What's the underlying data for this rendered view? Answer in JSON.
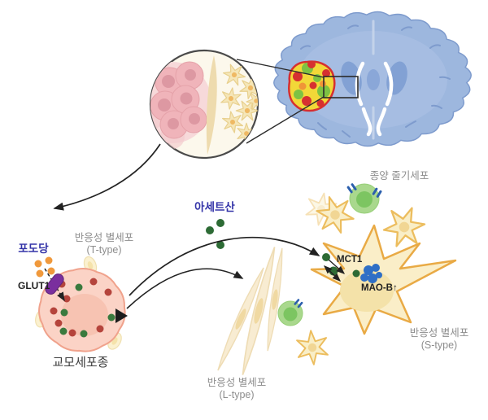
{
  "figure": {
    "labels": {
      "glucose": "포도당",
      "glut1": "GLUT1",
      "reactive_t_line1": "반응성 별세포",
      "reactive_t_line2": "(T-type)",
      "glioblastoma": "교모세포종",
      "acetate": "아세트산",
      "tumor_stem_cell": "종양 줄기세포",
      "mct1": "MCT1",
      "mao_b": "MAO-B↑",
      "reactive_s_line1": "반응성 별세포",
      "reactive_s_line2": "(S-type)",
      "reactive_l_line1": "반응성 별세포",
      "reactive_l_line2": "(L-type)"
    },
    "colors": {
      "brain_fill": "#9db7de",
      "brain_detail": "#7e9bcd",
      "tumor_ring_red": "#d63030",
      "tumor_yellow": "#f2d838",
      "tumor_green": "#7dc243",
      "glioma_cell_fill": "#fbd3c6",
      "glioma_cell_outline": "#f0a28c",
      "astrocyte_fill": "#faeec8",
      "astrocyte_outline": "#e9aa45",
      "stem_cell_green": "#a9d88d",
      "acetate_dot_green": "#2d6b35",
      "glucose_dot_orange": "#f0993c",
      "glut1_purple": "#7a2f9e",
      "maob_blue": "#2f6fc6",
      "label_navy": "#3434a8",
      "label_gray": "#8d8d8d",
      "label_dark": "#222222"
    }
  }
}
